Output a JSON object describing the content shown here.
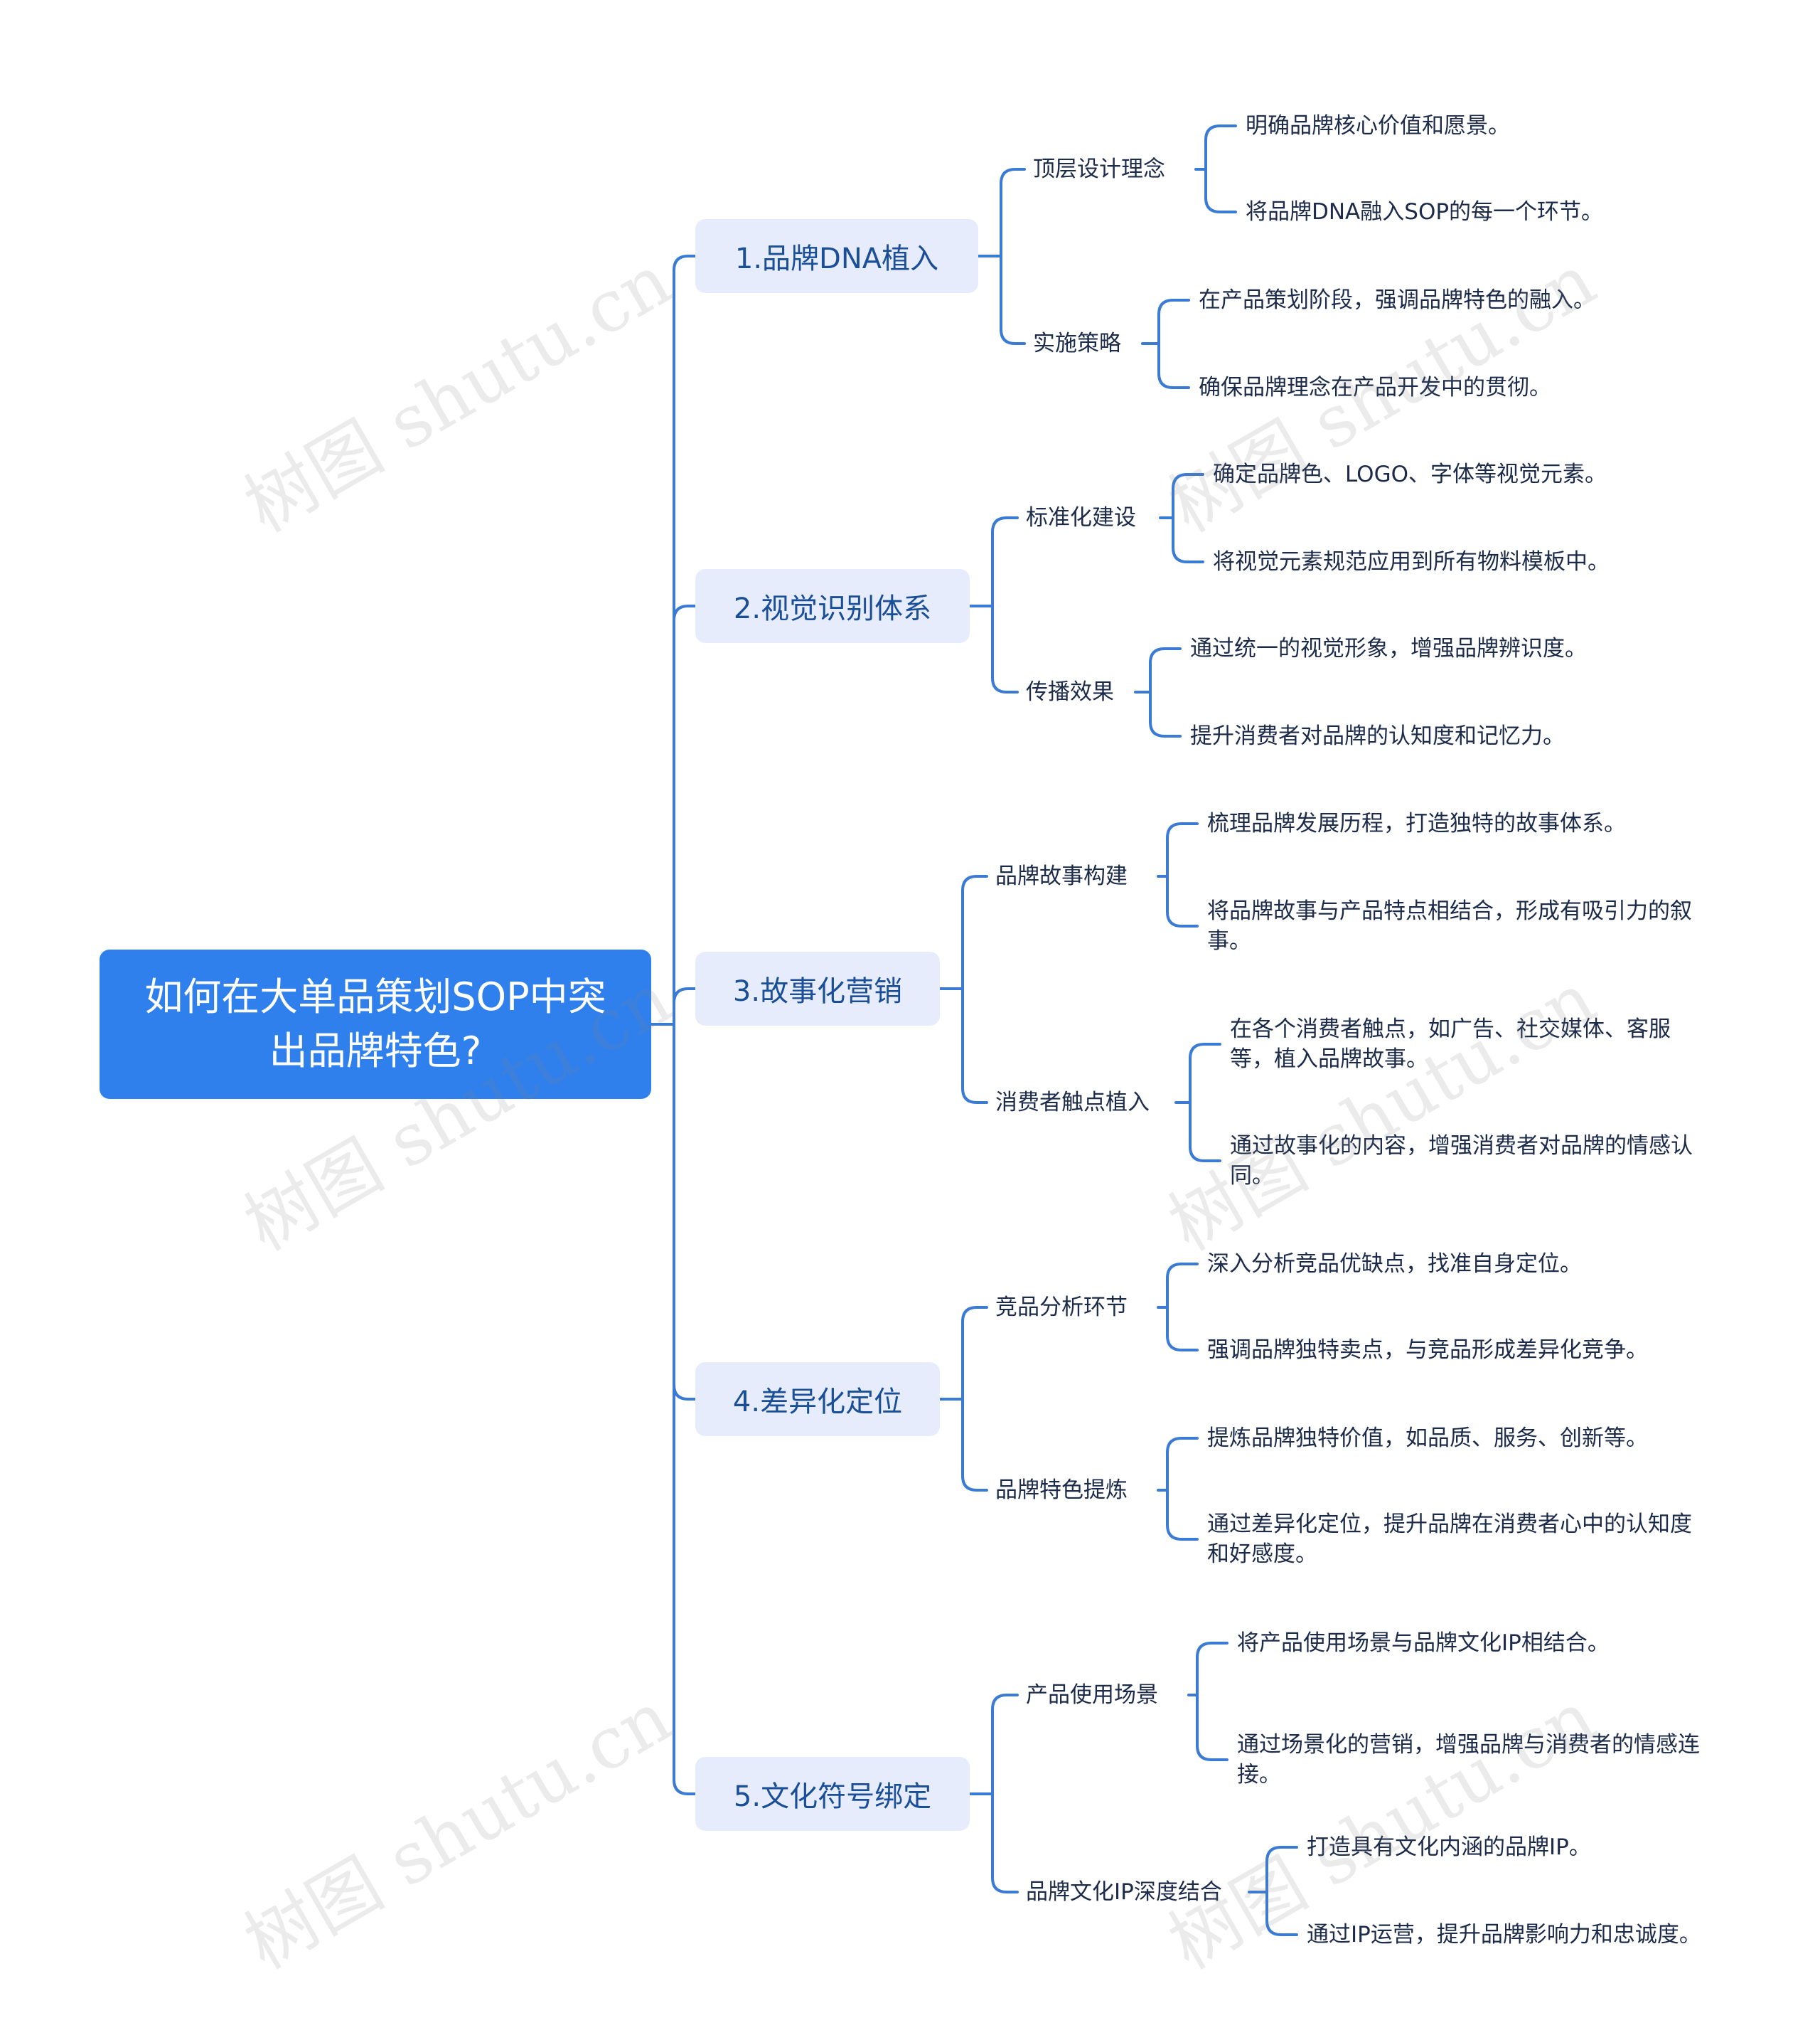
{
  "root": {
    "text": "如何在大单品策划SOP中突出品牌特色?"
  },
  "branches": [
    {
      "label": "1.品牌DNA植入",
      "children": [
        {
          "label": "顶层设计理念",
          "leaves": [
            "明确品牌核心价值和愿景。",
            "将品牌DNA融入SOP的每一个环节。"
          ]
        },
        {
          "label": "实施策略",
          "leaves": [
            "在产品策划阶段，强调品牌特色的融入。",
            "确保品牌理念在产品开发中的贯彻。"
          ]
        }
      ]
    },
    {
      "label": "2.视觉识别体系",
      "children": [
        {
          "label": "标准化建设",
          "leaves": [
            "确定品牌色、LOGO、字体等视觉元素。",
            "将视觉元素规范应用到所有物料模板中。"
          ]
        },
        {
          "label": "传播效果",
          "leaves": [
            "通过统一的视觉形象，增强品牌辨识度。",
            "提升消费者对品牌的认知度和记忆力。"
          ]
        }
      ]
    },
    {
      "label": "3.故事化营销",
      "children": [
        {
          "label": "品牌故事构建",
          "leaves": [
            "梳理品牌发展历程，打造独特的故事体系。",
            "将品牌故事与产品特点相结合，形成有吸引力的叙事。"
          ]
        },
        {
          "label": "消费者触点植入",
          "leaves": [
            "在各个消费者触点，如广告、社交媒体、客服等，植入品牌故事。",
            "通过故事化的内容，增强消费者对品牌的情感认同。"
          ]
        }
      ]
    },
    {
      "label": "4.差异化定位",
      "children": [
        {
          "label": "竞品分析环节",
          "leaves": [
            "深入分析竞品优缺点，找准自身定位。",
            "强调品牌独特卖点，与竞品形成差异化竞争。"
          ]
        },
        {
          "label": "品牌特色提炼",
          "leaves": [
            "提炼品牌独特价值，如品质、服务、创新等。",
            "通过差异化定位，提升品牌在消费者心中的认知度和好感度。"
          ]
        }
      ]
    },
    {
      "label": "5.文化符号绑定",
      "children": [
        {
          "label": "产品使用场景",
          "leaves": [
            "将产品使用场景与品牌文化IP相结合。",
            "通过场景化的营销，增强品牌与消费者的情感连接。"
          ]
        },
        {
          "label": "品牌文化IP深度结合",
          "leaves": [
            "打造具有文化内涵的品牌IP。",
            "通过IP运营，提升品牌影响力和忠诚度。"
          ]
        }
      ]
    }
  ],
  "watermark": {
    "text": "树图 shutu.cn"
  },
  "colors": {
    "root_bg": "#2f80ed",
    "branch_bg": "#e6ecfb",
    "line": "#3b7bd4",
    "branch_text": "#1a4f97"
  }
}
